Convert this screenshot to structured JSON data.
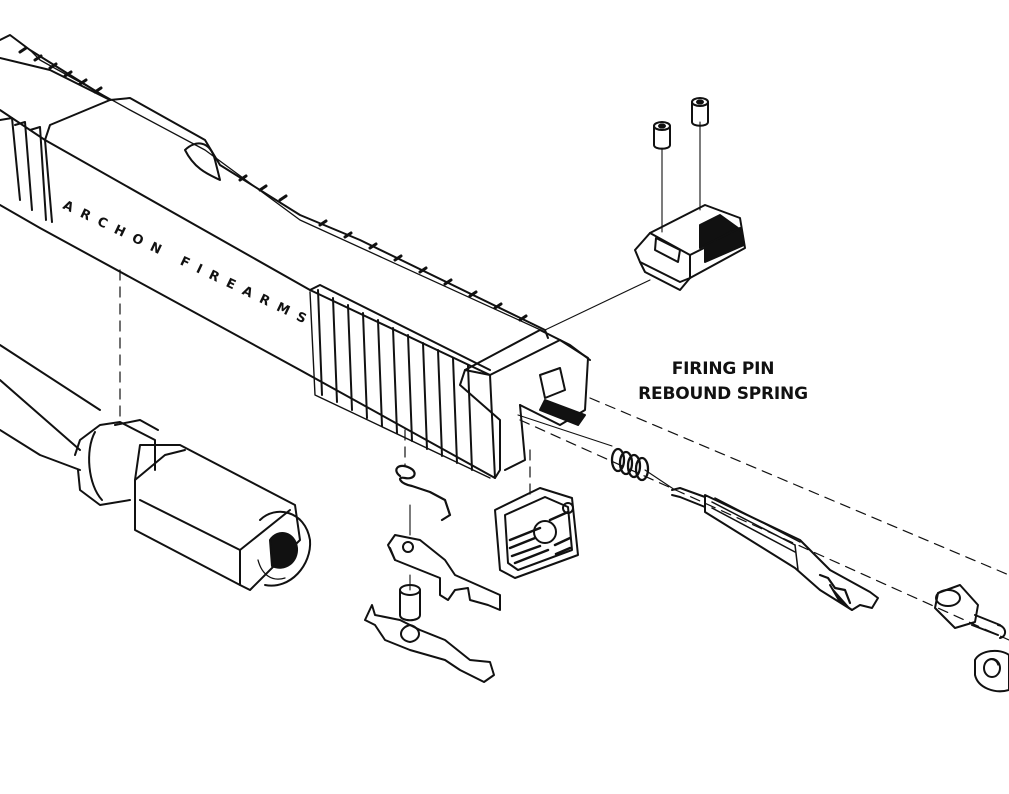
{
  "diagram": {
    "slide_engraving": "ARCHON FIREARMS",
    "callout": {
      "line1": "FIRING PIN",
      "line2": "REBOUND SPRING"
    }
  }
}
